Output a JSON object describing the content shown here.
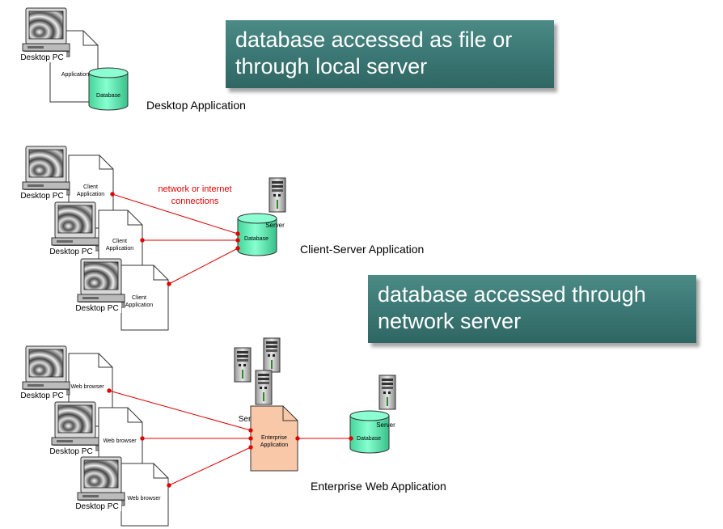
{
  "callouts": {
    "top": {
      "line1": "database accessed as file or",
      "line2": "through local server"
    },
    "middle": {
      "line1": "database accessed through",
      "line2": "network server"
    }
  },
  "sections": {
    "desktop": {
      "title": "Desktop Application",
      "pc_label": "Desktop PC",
      "doc_label": "Application",
      "db_label": "Database"
    },
    "client_server": {
      "title": "Client-Server Application",
      "pc_label": "Desktop PC",
      "doc_line1": "Client",
      "doc_line2": "Application",
      "connections_line1": "network or internet",
      "connections_line2": "connections",
      "server_label": "Server",
      "db_label": "Database"
    },
    "enterprise": {
      "title": "Enterprise Web Application",
      "pc_label": "Desktop PC",
      "browser_label": "Web browser",
      "servers_label": "Servers",
      "app_line1": "Enterprise",
      "app_line2": "Application",
      "server_label": "Server",
      "db_label": "Database"
    }
  },
  "colors": {
    "connection": "#e00000",
    "database_fill": "#66f0b8",
    "enterprise_fill": "#f8c8a8"
  }
}
